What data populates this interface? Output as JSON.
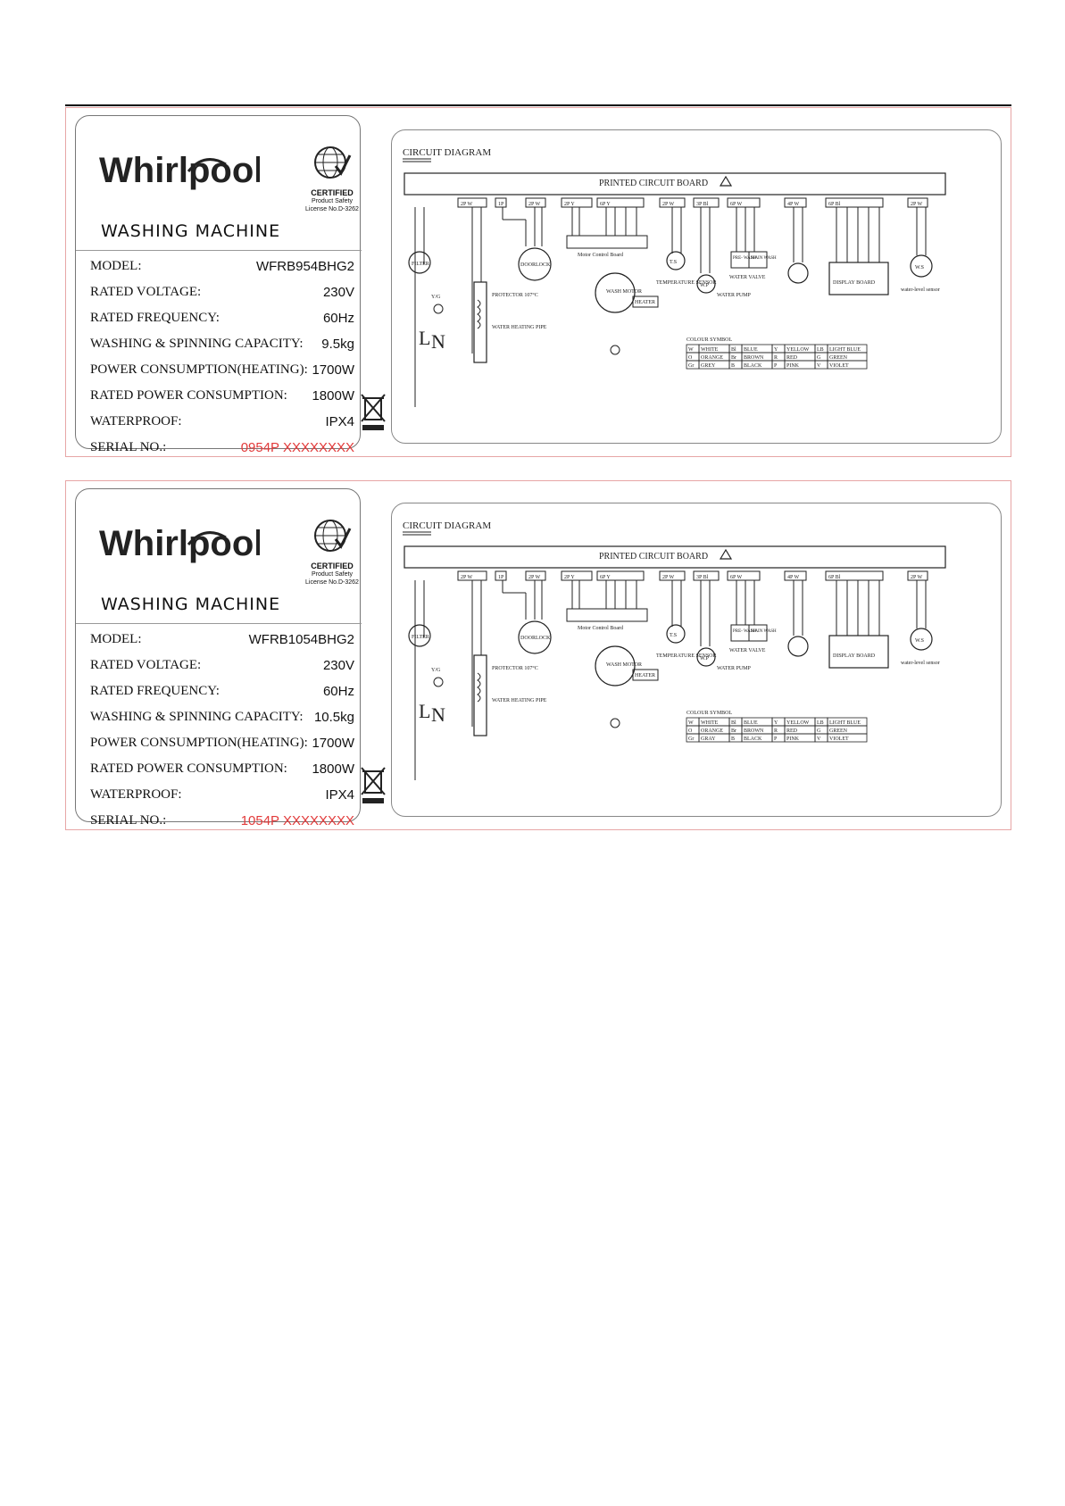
{
  "labels": [
    {
      "brand": "Whirlpool",
      "product": "WASHING MACHINE",
      "cert": {
        "title": "CERTIFIED",
        "sub1": "Product Safety",
        "sub2": "License No.D-3262"
      },
      "specs": [
        {
          "key": "MODEL:",
          "value": "WFRB954BHG2"
        },
        {
          "key": "RATED VOLTAGE:",
          "value": "230V"
        },
        {
          "key": "RATED FREQUENCY:",
          "value": "60Hz"
        },
        {
          "key": "WASHING & SPINNING CAPACITY:",
          "value": "9.5kg"
        },
        {
          "key": "POWER CONSUMPTION(HEATING):",
          "value": "1700W"
        },
        {
          "key": "RATED POWER CONSUMPTION:",
          "value": "1800W"
        },
        {
          "key": "WATERPROOF:",
          "value": "IPX4"
        },
        {
          "key": "SERIAL NO.:",
          "value": "0954P XXXXXXXX"
        }
      ],
      "diagram": {
        "title": "CIRCUIT DIAGRAM",
        "board": "PRINTED   CIRCUIT  BOARD",
        "components": {
          "filter": "FILTER",
          "protector": "PROTECTOR\n107°C",
          "heating": "WATER\nHEATING\nPIPE",
          "doorlock": "DOORLOCK",
          "mcb": "Motor Control Board",
          "wash_motor": "WASH\nMOTOR",
          "heater": "HEATER",
          "temp_sensor": "TEMPERATURE\nSENSOR",
          "water_pump": "WATER\nPUMP",
          "water_valve": "WATER VALVE",
          "prewash": "PRE-\nWASH",
          "mainwash": "MAIN\nWASH",
          "display": "DISPLAY    BOARD",
          "level_sensor": "water-level\nsensor",
          "ts": "T.S",
          "wp": "W.P",
          "ws": "W.S",
          "yg": "Y/G",
          "l": "L",
          "n": "N"
        },
        "connectors": [
          "2P W",
          "1P",
          "2P W",
          "2P Y",
          "6P Y",
          "2P W",
          "3P Bl",
          "6P W",
          "4P W",
          "6P Bl",
          "2P W"
        ],
        "colour_symbol_title": "COLOUR SYMBOL",
        "colour_table": [
          [
            "W",
            "WHITE",
            "Bl",
            "BLUE",
            "Y",
            "YELLOW",
            "LB",
            "LIGHT BLUE"
          ],
          [
            "O",
            "ORANGE",
            "Br",
            "BROWN",
            "R",
            "RED",
            "G",
            "GREEN"
          ],
          [
            "Gr",
            "GREY",
            "B",
            "BLACK",
            "P",
            "PINK",
            "V",
            "VIOLET"
          ]
        ]
      }
    },
    {
      "brand": "Whirlpool",
      "product": "WASHING MACHINE",
      "cert": {
        "title": "CERTIFIED",
        "sub1": "Product Safety",
        "sub2": "License No.D-3262"
      },
      "specs": [
        {
          "key": "MODEL:",
          "value": "WFRB1054BHG2"
        },
        {
          "key": "RATED VOLTAGE:",
          "value": "230V"
        },
        {
          "key": "RATED FREQUENCY:",
          "value": "60Hz"
        },
        {
          "key": "WASHING & SPINNING CAPACITY:",
          "value": "10.5kg"
        },
        {
          "key": "POWER CONSUMPTION(HEATING):",
          "value": "1700W"
        },
        {
          "key": "RATED POWER CONSUMPTION:",
          "value": "1800W"
        },
        {
          "key": "WATERPROOF:",
          "value": "IPX4"
        },
        {
          "key": "SERIAL NO.:",
          "value": "1054P XXXXXXXX"
        }
      ],
      "diagram": {
        "title": "CIRCUIT DIAGRAM",
        "board": "PRINTED   CIRCUIT  BOARD",
        "components": {
          "filter": "FILTER",
          "protector": "PROTECTOR\n107°C",
          "heating": "WATER\nHEATING\nPIPE",
          "doorlock": "DOORLOCK",
          "mcb": "Motor Control Board",
          "wash_motor": "WASH\nMOTOR",
          "heater": "HEATER",
          "temp_sensor": "TEMPERATURE\nSENSOR",
          "water_pump": "WATER\nPUMP",
          "water_valve": "WATER VALVE",
          "prewash": "PRE-\nWASH",
          "mainwash": "MAIN\nWASH",
          "display": "DISPLAY    BOARD",
          "level_sensor": "water-level\nsensor",
          "ts": "T.S",
          "wp": "W.P",
          "ws": "W.S",
          "yg": "Y/G",
          "l": "L",
          "n": "N"
        },
        "connectors": [
          "2P W",
          "1P",
          "2P W",
          "2P Y",
          "6P Y",
          "2P W",
          "3P Bl",
          "6P W",
          "4P W",
          "6P Bl",
          "2P W"
        ],
        "colour_symbol_title": "COLOUR SYMBOL",
        "colour_table": [
          [
            "W",
            "WHITE",
            "Bl",
            "BLUE",
            "Y",
            "YELLOW",
            "LB",
            "LIGHT BLUE"
          ],
          [
            "O",
            "ORANGE",
            "Br",
            "BROWN",
            "R",
            "RED",
            "G",
            "GREEN"
          ],
          [
            "Gr",
            "GRAY",
            "B",
            "BLACK",
            "P",
            "PINK",
            "V",
            "VIOLET"
          ]
        ]
      }
    }
  ]
}
